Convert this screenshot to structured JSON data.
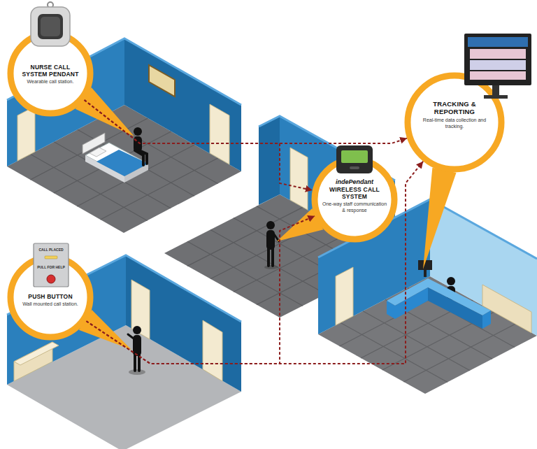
{
  "diagram": {
    "nodes": [
      {
        "text": [
          "NURSE CALL SYSTEM PENDANT",
          "Wearable call station."
        ]
      },
      {
        "text": [
          "indePendant",
          "WIRELESS CALL SYSTEM",
          "One-way staff communication & response"
        ]
      },
      {
        "text": [
          "TRACKING & REPORTING",
          "Real-time data collection and tracking."
        ]
      },
      {
        "text": [
          "PUSH BUTTON",
          "Wall mounted call station."
        ]
      }
    ],
    "edges": [
      {
        "from": 0,
        "to": 1,
        "arrow": "to"
      },
      {
        "from": 0,
        "to": 2,
        "arrow": "to"
      },
      {
        "from": 3,
        "to": 1,
        "arrow": "to"
      },
      {
        "from": 3,
        "to": 2,
        "arrow": "to"
      }
    ],
    "labels": [
      "CALL PLACED",
      "PULL FOR HELP"
    ]
  }
}
